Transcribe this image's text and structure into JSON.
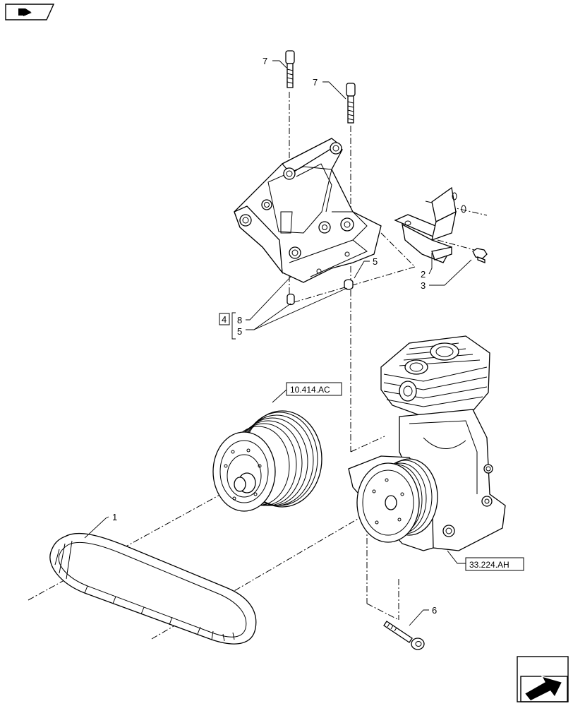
{
  "callouts": {
    "c1": "1",
    "c2": "2",
    "c3": "3",
    "c4": "4",
    "c5a": "5",
    "c5b": "5",
    "c6": "6",
    "c7a": "7",
    "c7b": "7",
    "c8": "8"
  },
  "references": {
    "pulley_ref": "10.414.AC",
    "compressor_ref": "33.224.AH"
  },
  "icons": {
    "top_left": "previous-page-arrow-icon",
    "bottom_right": "next-page-arrow-icon"
  }
}
